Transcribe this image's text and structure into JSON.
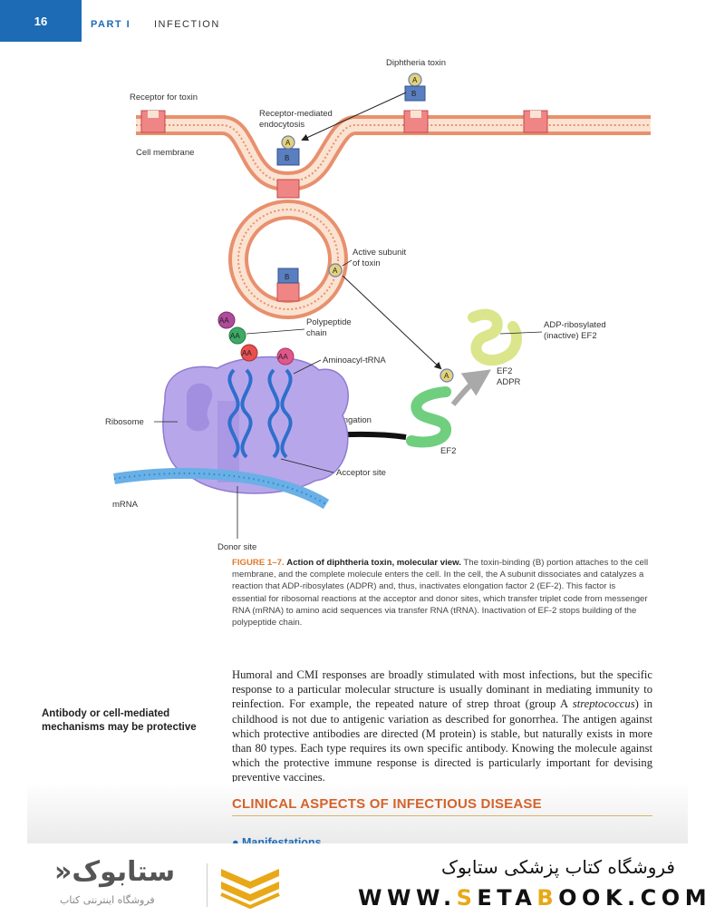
{
  "header": {
    "page_number": "16",
    "part": "PART I",
    "chapter": "INFECTION"
  },
  "figure": {
    "labels": {
      "diphtheria_toxin": "Diphtheria toxin",
      "receptor_for_toxin": "Receptor for toxin",
      "receptor_endocytosis_1": "Receptor-mediated",
      "receptor_endocytosis_2": "endocytosis",
      "cell_membrane": "Cell membrane",
      "active_subunit_1": "Active subunit",
      "active_subunit_2": "of toxin",
      "adp_ribosylated_1": "ADP-ribosylated",
      "adp_ribosylated_2": "(inactive) EF2",
      "ef2_label": "EF2",
      "adpr_label": "ADPR",
      "polypeptide_1": "Polypeptide",
      "polypeptide_2": "chain",
      "aminoacyl_trna": "Aminoacyl-tRNA",
      "ribosome": "Ribosome",
      "elongation": "Elongation",
      "ef2_bottom": "EF2",
      "acceptor_site": "Acceptor site",
      "mrna": "mRNA",
      "donor_site": "Donor site"
    },
    "subunit_a": "A",
    "subunit_b": "B",
    "amino_acid": "AA"
  },
  "caption": {
    "number": "FIGURE 1–7.",
    "title": "Action of diphtheria toxin, molecular view.",
    "text": "The toxin-binding (B) portion attaches to the cell membrane, and the complete molecule enters the cell. In the cell, the A subunit dissociates and catalyzes a reaction that ADP-ribosylates (ADPR) and, thus, inactivates elongation factor 2 (EF-2). This factor is essential for ribosomal reactions at the acceptor and donor sites, which transfer triplet code from messenger RNA (mRNA) to amino acid sequences via transfer RNA (tRNA). Inactivation of EF-2 stops building of the polypeptide chain."
  },
  "margin_note": "Antibody or cell-mediated mechanisms may be protective",
  "body": {
    "part1": "Humoral and CMI responses are broadly stimulated with most infections, but the specific response to a particular molecular structure is usually dominant in mediating immunity to reinfection. For example, the repeated nature of strep throat (group A ",
    "italic": "streptococcus",
    "part2": ") in childhood is not due to antigenic variation as described for gonorrhea. The antigen against which protective antibodies are directed (M protein) is stable, but naturally exists in more than 80 types. Each type requires its own specific antibody. Knowing the molecule against which the protective immune response is directed is particularly important for devising preventive vaccines."
  },
  "section_heading": "CLINICAL ASPECTS OF INFECTIOUS DISEASE",
  "sub_heading": "● Manifestations",
  "banner": {
    "store_name": "فروشگاه کتاب پزشکی ستابوک",
    "url_pre": "WWW.",
    "url_s": "S",
    "url_mid1": "ETA",
    "url_b": "B",
    "url_post": "OOK.COM",
    "logo_main": "ستابوک«",
    "logo_tagline": "فروشگاه اینترنتی کتاب"
  },
  "colors": {
    "brand_blue": "#1d6bb5",
    "heading_orange": "#d4632a",
    "banner_gold": "#e8a817"
  }
}
